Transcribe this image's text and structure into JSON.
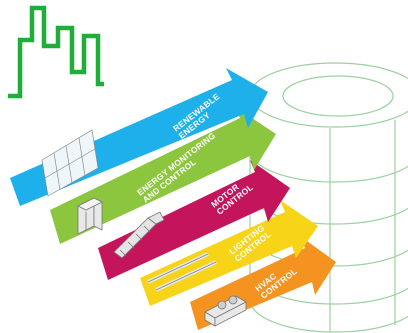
{
  "colors": {
    "logo_green": "#1fae3a",
    "tower_fill": "#ffffff",
    "tower_stroke": "#9bd0a0",
    "renewable": "#1db0ea",
    "monitoring": "#8cc63f",
    "motor": "#c4145c",
    "lighting": "#f7d417",
    "hvac": "#f59321"
  },
  "icons": [
    "city-skyline-icon",
    "solar-panel-icon",
    "control-cabinet-icon",
    "motor-conveyor-icon",
    "lighting-tubes-icon",
    "hvac-fan-unit-icon"
  ],
  "arrows": [
    {
      "id": "renewable",
      "lines": [
        "RENEWABLE",
        "ENERGY"
      ]
    },
    {
      "id": "monitoring",
      "lines": [
        "ENERGY MONITORING",
        "AND CONTROL"
      ]
    },
    {
      "id": "motor",
      "lines": [
        "MOTOR",
        "CONTROL"
      ]
    },
    {
      "id": "lighting",
      "lines": [
        "LIGHTING",
        "CONTROL"
      ]
    },
    {
      "id": "hvac",
      "lines": [
        "HVAC",
        "CONTROL"
      ]
    }
  ]
}
